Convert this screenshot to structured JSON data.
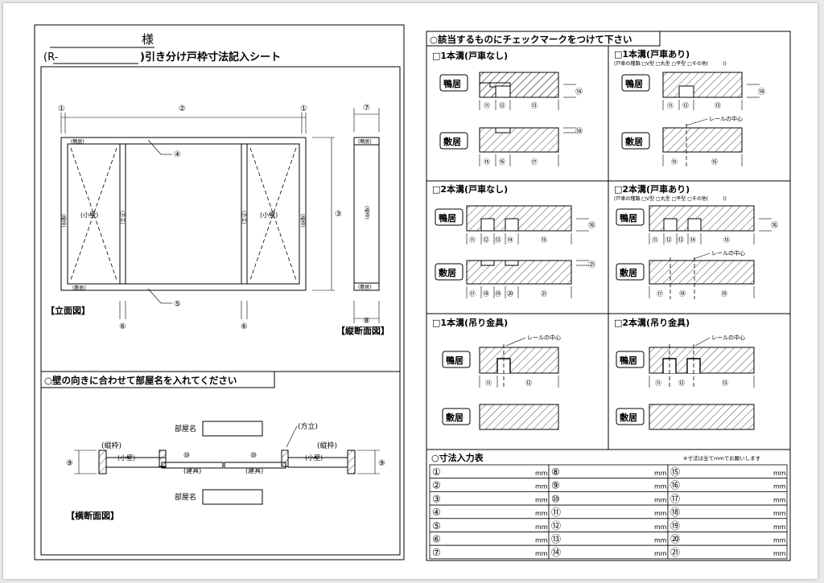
{
  "left": {
    "title_sama": "様",
    "title_prefix": "(R-",
    "title_suffix": ")引き分け戸枠寸法記入シート",
    "elevation_label": "【立面図】",
    "section_label": "【縦断面図】",
    "top_dims": [
      "①",
      "②",
      "①"
    ],
    "side_dim": "③",
    "pointer_4": "④",
    "pointer_5": "⑤",
    "bottom_dim": "⑥",
    "section_top": "⑦",
    "section_bottom": "⑧",
    "kamoi_small": "(鴨居)",
    "shikii_small": "(敷居)",
    "tatewaku_small": "(縦枠)",
    "kokabe_small": "(小壁)",
    "katadachi_small": "(方立)",
    "wall_heading": "○壁の向きに合わせて部屋名を入れてください",
    "room_label": "部屋名",
    "plan": {
      "katadachi": "(方立)",
      "tatewaku": "(縦枠)",
      "kokabe": "(小壁)",
      "tategu": "(建具)",
      "nine": "⑨",
      "ten": "⑩"
    },
    "plan_label": "【横断面図】"
  },
  "right": {
    "heading": "○該当するものにチェックマークをつけて下さい",
    "sections": [
      {
        "title": "□1本溝(戸車なし)",
        "sub": ""
      },
      {
        "title": "□1本溝(戸車あり)",
        "sub": "(戸車の種類:□V型 □丸型 □平型 □その他(　　　))"
      },
      {
        "title": "□2本溝(戸車なし)",
        "sub": ""
      },
      {
        "title": "□2本溝(戸車あり)",
        "sub": "(戸車の種類:□V型 □丸型 □平型 □その他(　　　))"
      },
      {
        "title": "□1本溝(吊り金具)",
        "sub": ""
      },
      {
        "title": "□2本溝(吊り金具)",
        "sub": ""
      }
    ],
    "kamoi": "鴨居",
    "shikii": "敷居",
    "rail_center": "レールの中心",
    "dims": {
      "s1_top": [
        "⑪",
        "⑫",
        "⑬"
      ],
      "s1_top_side": "⑭",
      "s1_bot": [
        "⑮",
        "⑯",
        "⑰"
      ],
      "s1_bot_side": "⑱",
      "s2_top": [
        "⑪",
        "⑫",
        "⑬"
      ],
      "s2_top_side": "⑭",
      "s2_bot": [
        "⑮",
        "⑯"
      ],
      "s3_top": [
        "⑪",
        "⑫",
        "⑬",
        "⑭",
        "⑮"
      ],
      "s3_top_side": "⑯",
      "s3_bot": [
        "⑰",
        "⑱",
        "⑲",
        "⑳",
        "㉑"
      ],
      "s3_bot_side": "㉑",
      "s4_top": [
        "⑪",
        "⑫",
        "⑬",
        "⑭",
        "⑮"
      ],
      "s4_top_side": "⑯",
      "s4_bot": [
        "⑰",
        "⑱",
        "⑲"
      ],
      "s5_top": [
        "⑪",
        "⑫"
      ],
      "s6_top": [
        "⑪",
        "⑫",
        "⑬"
      ]
    },
    "table_heading": "○寸法入力表",
    "table_note": "※寸法は全てmmでお願いします",
    "unit": "mm",
    "table_cols": [
      [
        "①",
        "②",
        "③",
        "④",
        "⑤",
        "⑥",
        "⑦"
      ],
      [
        "⑧",
        "⑨",
        "⑩",
        "⑪",
        "⑫",
        "⑬",
        "⑭"
      ],
      [
        "⑮",
        "⑯",
        "⑰",
        "⑱",
        "⑲",
        "⑳",
        "㉑"
      ]
    ]
  }
}
